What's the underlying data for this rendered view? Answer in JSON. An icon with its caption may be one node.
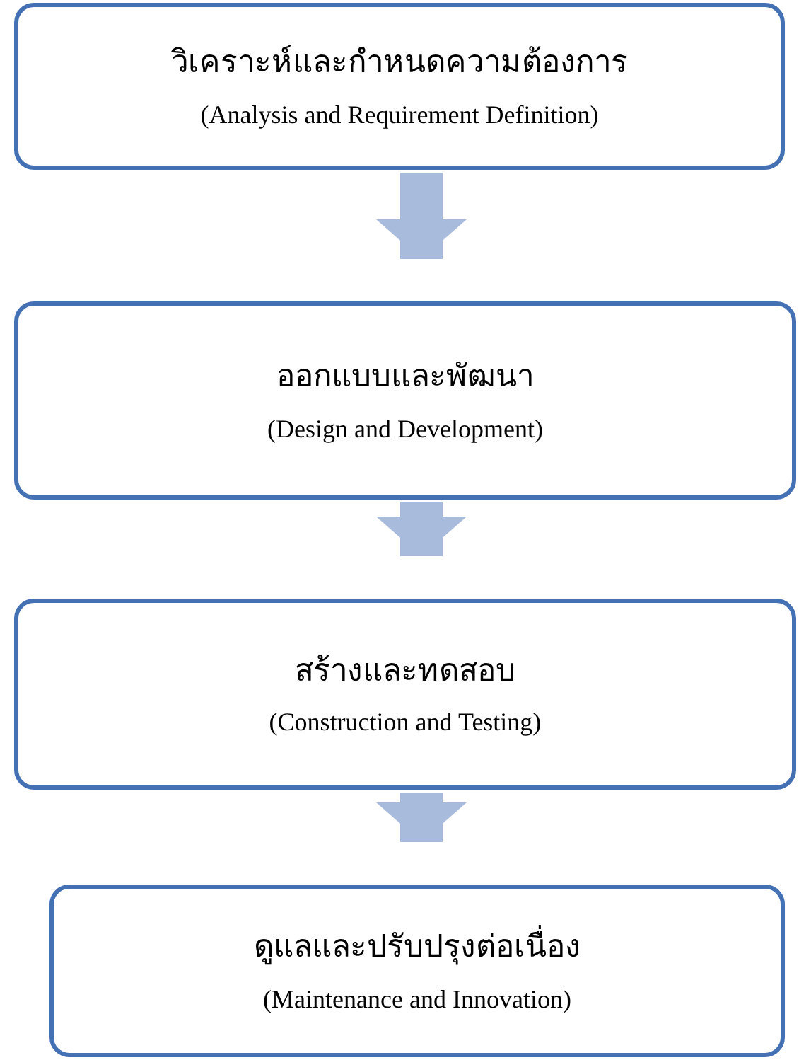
{
  "diagram": {
    "nodes": [
      {
        "text": [
          "วิเคราะห์และกำหนดความต้องการ",
          "(Analysis and Requirement Definition)"
        ]
      },
      {
        "text": [
          "ออกแบบและพัฒนา",
          "(Design and Development)"
        ]
      },
      {
        "text": [
          "สร้างและทดสอบ",
          "(Construction and Testing)"
        ]
      },
      {
        "text": [
          "ดูแลและปรับปรุงต่อเนื่อง",
          "(Maintenance and Innovation)"
        ]
      }
    ],
    "edges": [
      {
        "from": 0,
        "to": 1,
        "arrow": "to"
      },
      {
        "from": 1,
        "to": 2,
        "arrow": "to"
      },
      {
        "from": 2,
        "to": 3,
        "arrow": "to"
      }
    ]
  }
}
